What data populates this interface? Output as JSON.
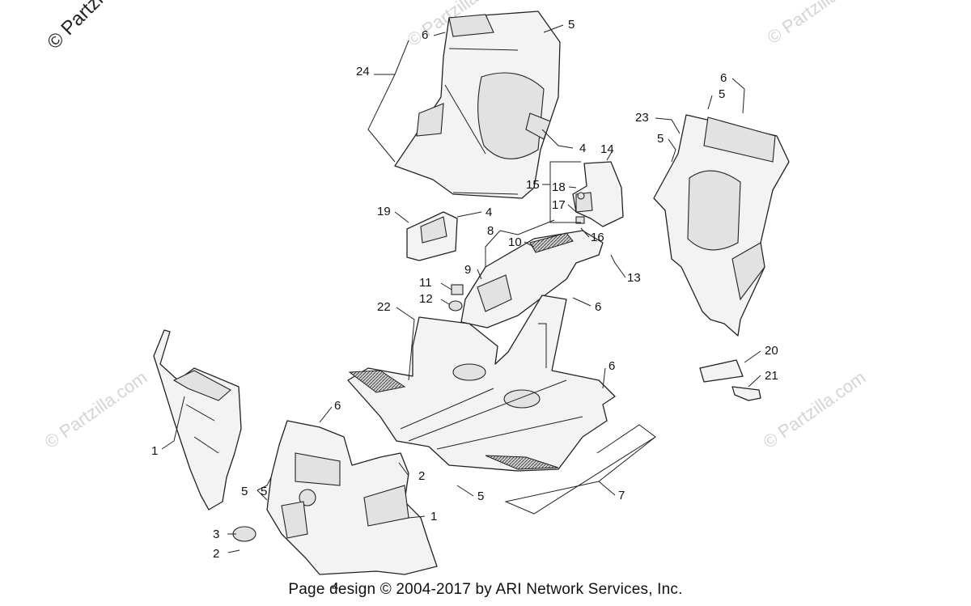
{
  "watermark": {
    "corner": "© Partzilla",
    "repeat": "© Partzilla.com"
  },
  "callouts": [
    "1",
    "1",
    "2",
    "2",
    "3",
    "4",
    "4",
    "4",
    "5",
    "5",
    "5",
    "5",
    "5",
    "5",
    "6",
    "6",
    "6",
    "6",
    "6",
    "7",
    "8",
    "9",
    "10",
    "11",
    "12",
    "13",
    "14",
    "15",
    "16",
    "17",
    "18",
    "19",
    "20",
    "21",
    "22",
    "23",
    "24"
  ],
  "footer": {
    "text": "Page design © 2004-2017 by ARI Network Services, Inc."
  }
}
